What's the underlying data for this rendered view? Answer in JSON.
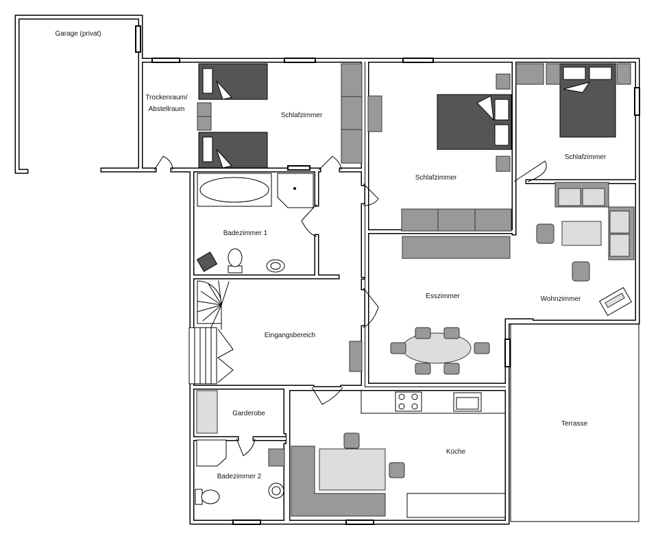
{
  "rooms": {
    "garage": "Garage (privat)",
    "storage_line1": "Trockenraum/",
    "storage_line2": "Abstellraum",
    "bedroom1": "Schlafzimmer",
    "bedroom2": "Schlafzimmer",
    "bedroom3": "Schlafzimmer",
    "bathroom1": "Badezimmer 1",
    "entrance": "Eingangsbereich",
    "dining": "Esszimmer",
    "living": "Wohnzimmer",
    "wardrobe": "Garderobe",
    "bathroom2": "Badezimmer 2",
    "kitchen": "Küche",
    "terrace": "Terrasse"
  },
  "colors": {
    "furniture_dark": "#555555",
    "furniture_mid": "#999999",
    "furniture_light": "#dddddd",
    "walls": "#000000"
  }
}
